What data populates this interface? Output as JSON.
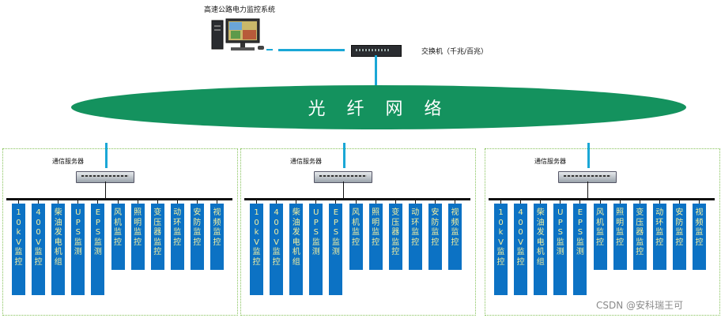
{
  "header": {
    "system_title": "高速公路电力监控系统",
    "switch_label": "交换机（千兆/百兆）"
  },
  "network_label": "光 纤 网 络",
  "sites": [
    {
      "server_label": "通信服务器",
      "modules": [
        "10kV监控",
        "400V监控",
        "柴油发电机组",
        "UPS监测",
        "EPS监测",
        "风机监控",
        "照明监控",
        "变压器监控",
        "动环监控",
        "安防监控",
        "视频监控"
      ]
    },
    {
      "server_label": "通信服务器",
      "modules": [
        "10kV监控",
        "400V监控",
        "柴油发电机组",
        "UPS监测",
        "EPS监测",
        "风机监控",
        "照明监控",
        "变压器监控",
        "动环监控",
        "安防监控",
        "视频监控"
      ]
    },
    {
      "server_label": "通信服务器",
      "modules": [
        "10kV监控",
        "400V监控",
        "柴油发电机组",
        "UPS监测",
        "EPS监测",
        "风机监控",
        "照明监控",
        "变压器监控",
        "动环监控",
        "安防监控",
        "视频监控"
      ]
    }
  ],
  "watermark": "CSDN @安科瑞王可",
  "colors": {
    "network": "#14925e",
    "module_box": "#0c72c4",
    "module_text": "#f4f0a0",
    "link_line": "#1aa7d6",
    "site_border": "#86c25a"
  },
  "icons": {
    "workstation": "computer-icon",
    "switch": "network-switch-icon",
    "server": "rack-server-icon"
  }
}
